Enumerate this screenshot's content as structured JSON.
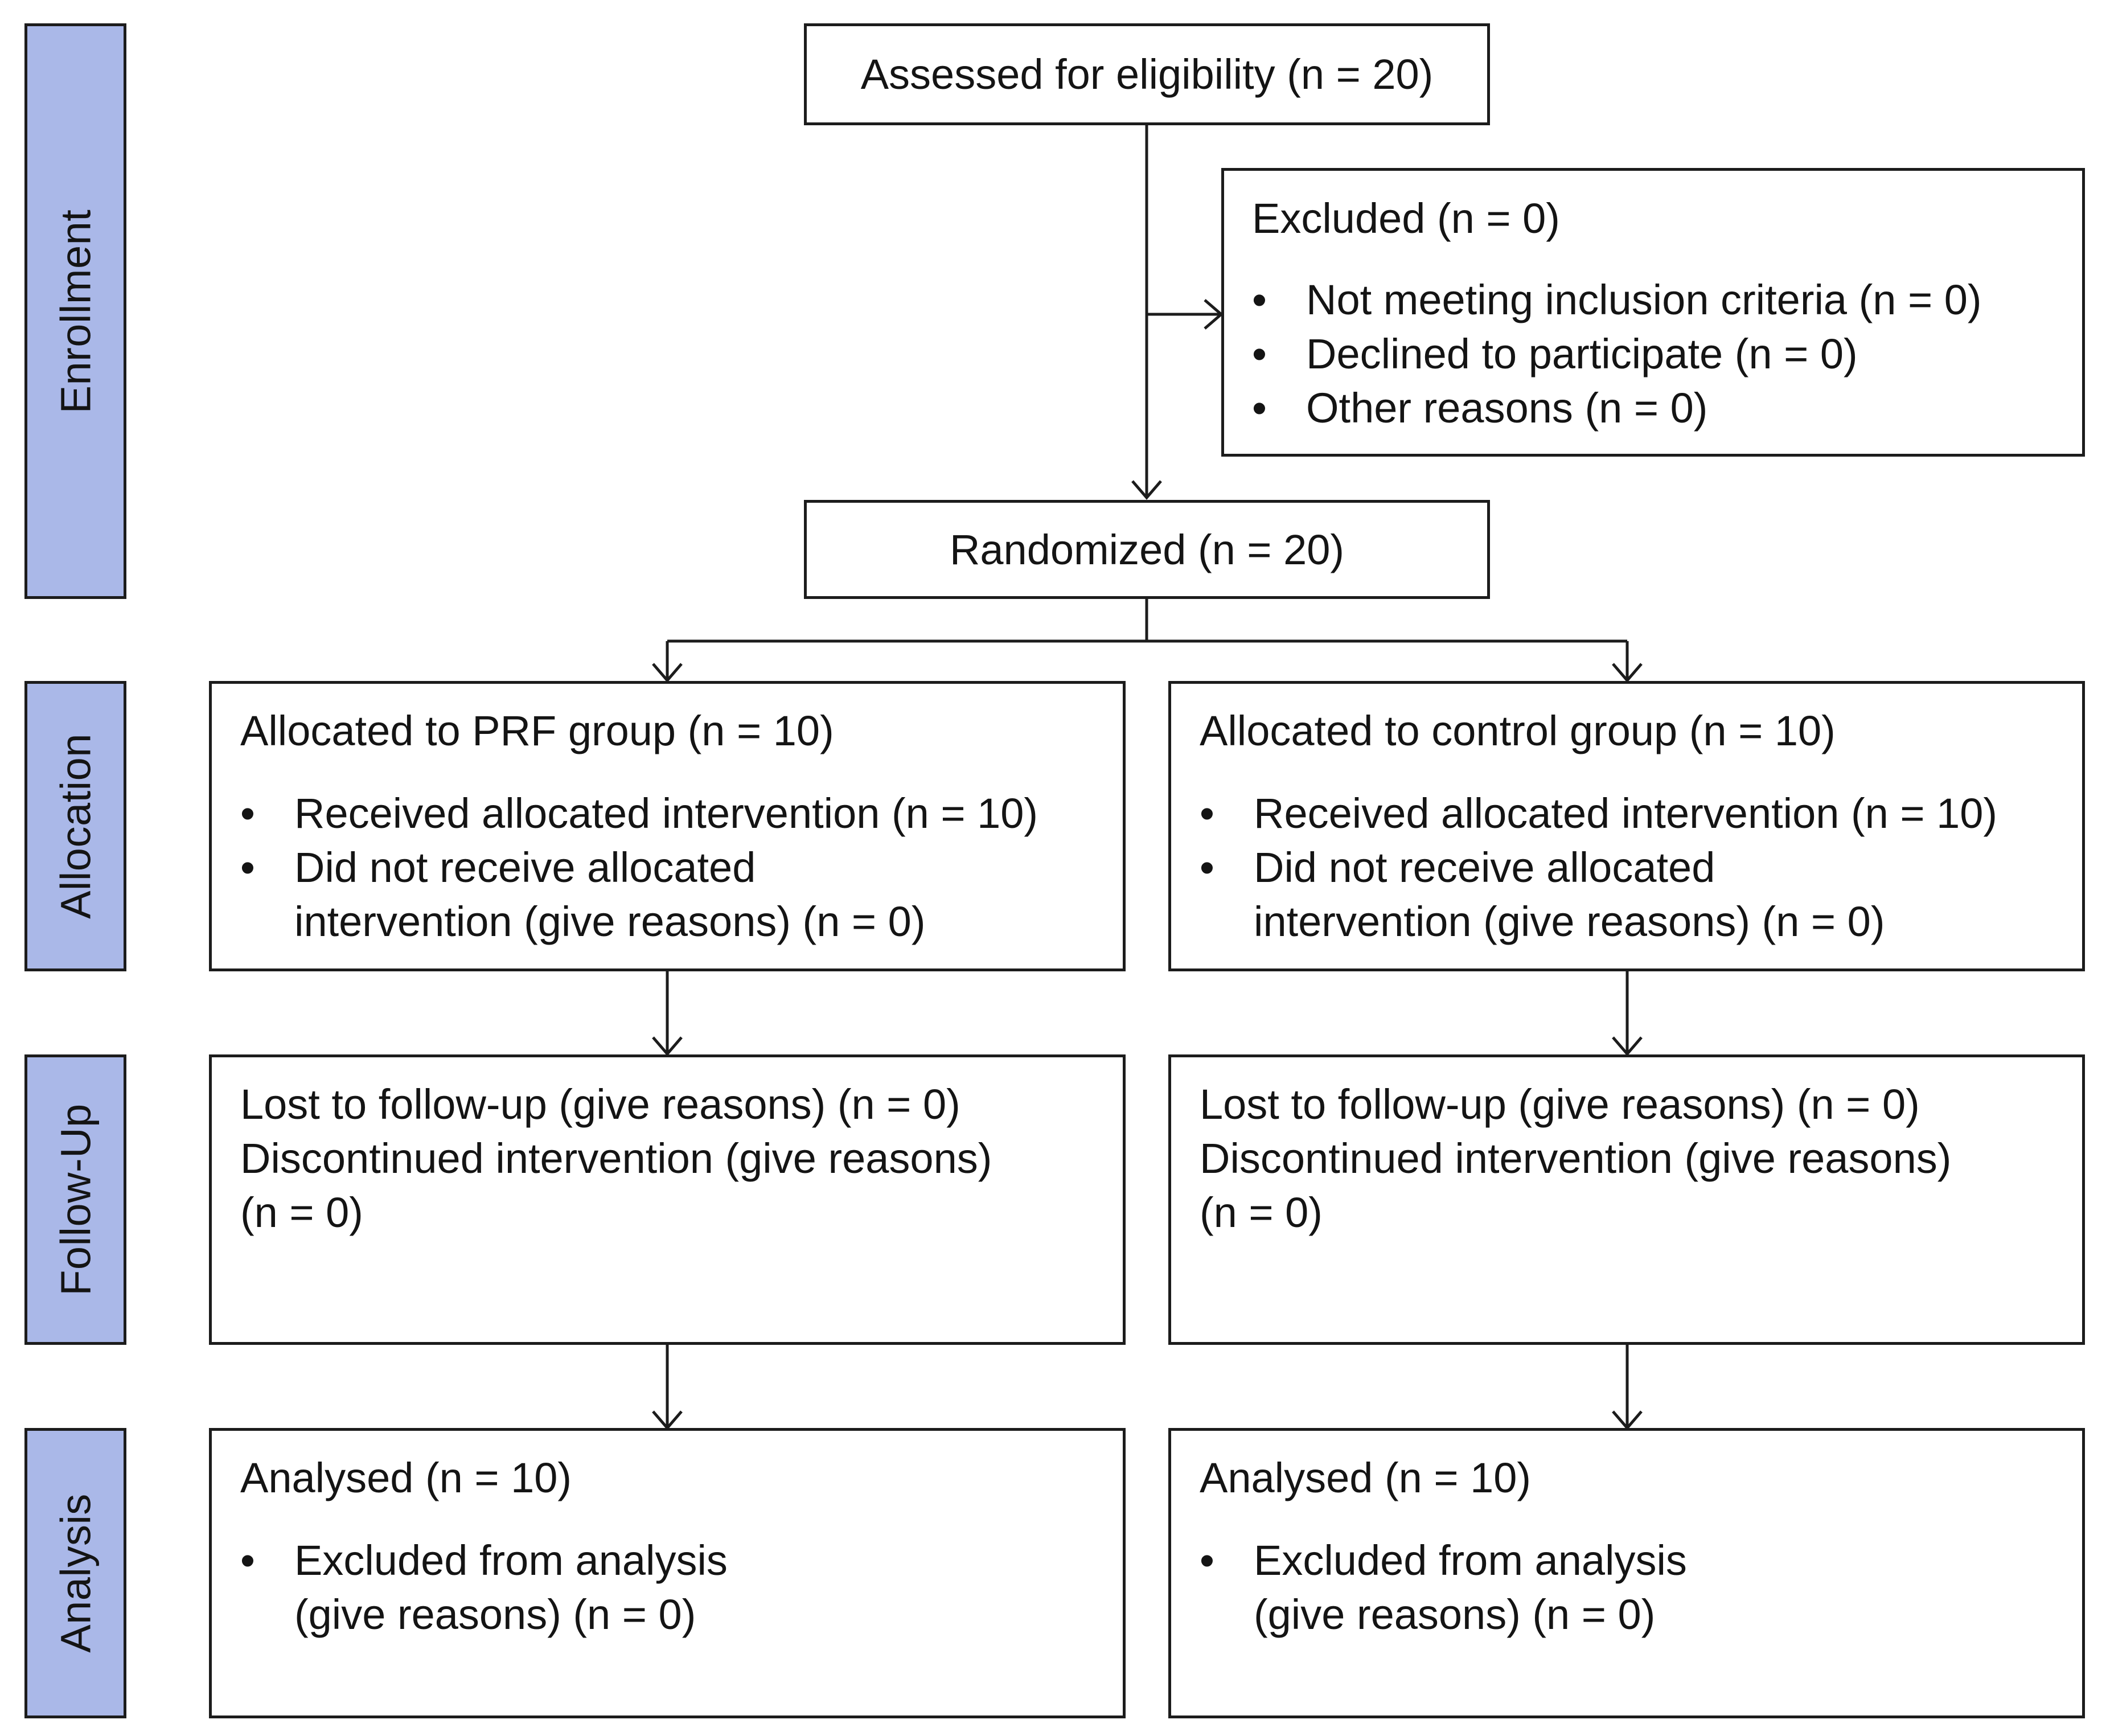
{
  "stages": {
    "enrollment": "Enrollment",
    "allocation": "Allocation",
    "follow_up": "Follow-Up",
    "analysis": "Analysis"
  },
  "assessed": "Assessed for eligibility (n = 20)",
  "excluded": {
    "title": "Excluded (n = 0)",
    "items": [
      "Not meeting inclusion criteria (n = 0)",
      "Declined to participate (n = 0)",
      "Other reasons (n = 0)"
    ]
  },
  "randomized": "Randomized (n = 20)",
  "allocation": {
    "prf": {
      "title": "Allocated to PRF group (n = 10)",
      "items": [
        "Received allocated intervention (n = 10)",
        "Did not receive allocated",
        "intervention (give reasons) (n = 0)"
      ]
    },
    "control": {
      "title": "Allocated to control group (n = 10)",
      "items": [
        "Received allocated intervention (n = 10)",
        "Did not receive allocated",
        "intervention (give reasons) (n = 0)"
      ]
    }
  },
  "follow_up": {
    "prf": [
      "Lost to follow-up (give reasons) (n = 0)",
      "Discontinued intervention (give reasons)",
      "(n = 0)"
    ],
    "control": [
      "Lost to follow-up (give reasons) (n = 0)",
      "Discontinued intervention (give reasons)",
      "(n = 0)"
    ]
  },
  "analysis": {
    "prf": {
      "title": "Analysed (n = 10)",
      "items": [
        "Excluded from analysis",
        "(give reasons) (n = 0)"
      ]
    },
    "control": {
      "title": "Analysed (n = 10)",
      "items": [
        "Excluded from analysis",
        "(give reasons) (n = 0)"
      ]
    }
  },
  "colors": {
    "stage_fill": "#aab8e8",
    "stroke": "#1c1c1c"
  }
}
